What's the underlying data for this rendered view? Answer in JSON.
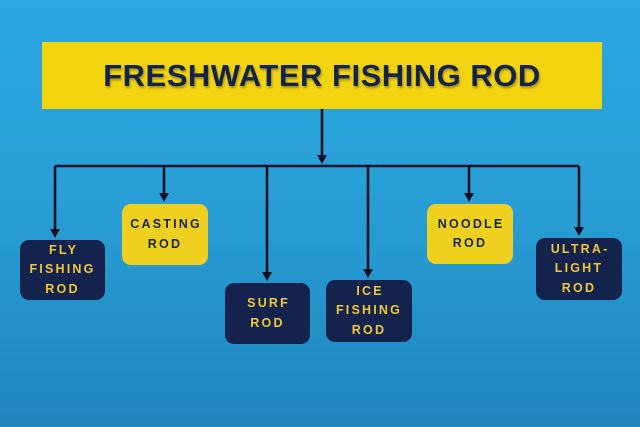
{
  "title": {
    "label": "FRESHWATER FISHING ROD"
  },
  "diagram": {
    "type": "tree",
    "root": "FRESHWATER FISHING ROD",
    "nodes": [
      {
        "id": "fly-fishing-rod",
        "lines": [
          "FLY",
          "FISHING",
          "ROD"
        ],
        "label": "FLY FISHING ROD",
        "variant": "navy"
      },
      {
        "id": "casting-rod",
        "lines": [
          "CASTING",
          "ROD"
        ],
        "label": "CASTING ROD",
        "variant": "yellow"
      },
      {
        "id": "surf-rod",
        "lines": [
          "SURF",
          "ROD"
        ],
        "label": "SURF ROD",
        "variant": "navy"
      },
      {
        "id": "ice-fishing-rod",
        "lines": [
          "ICE",
          "FISHING",
          "ROD"
        ],
        "label": "ICE FISHING ROD",
        "variant": "navy"
      },
      {
        "id": "noodle-rod",
        "lines": [
          "NOODLE",
          "ROD"
        ],
        "label": "NOODLE ROD",
        "variant": "yellow"
      },
      {
        "id": "ultra-light-rod",
        "lines": [
          "ULTRA-",
          "LIGHT",
          "ROD"
        ],
        "label": "ULTRA-LIGHT ROD",
        "variant": "navy"
      }
    ]
  },
  "colors": {
    "background_top": "#2ca7e1",
    "background_bottom": "#1f86bd",
    "box_yellow": "#f0d01e",
    "title_yellow": "#f2d40f",
    "box_navy": "#14234e",
    "gold_text": "#f0c735",
    "navy_text": "#15224a",
    "connector_line": "#0c1226"
  }
}
